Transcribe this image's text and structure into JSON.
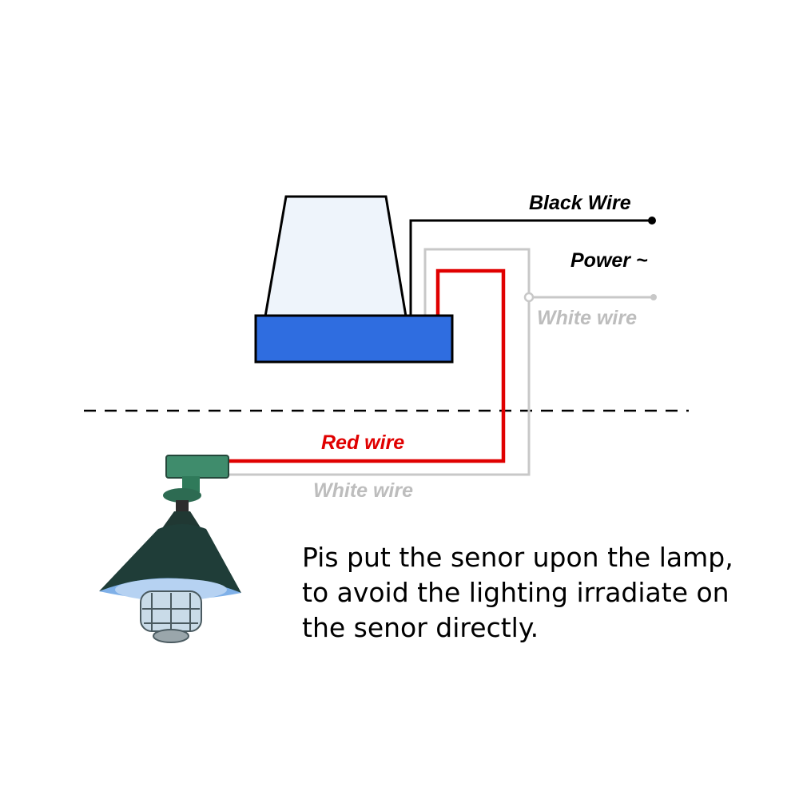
{
  "labels": {
    "black_wire": "Black Wire",
    "power": "Power ~",
    "white_wire_top": "White wire",
    "red_wire": "Red wire",
    "white_wire_bottom": "White wire"
  },
  "note": {
    "lines": [
      "Pis put the senor upon the lamp,",
      "to avoid the lighting irradiate on",
      "the senor directly."
    ]
  },
  "colors": {
    "black_wire": "#000000",
    "red_wire": "#e00000",
    "white_wire": "#c8c8c8",
    "white_wire_label": "#bdbdbd",
    "sensor_dome": "#eef4fb",
    "sensor_base": "#2f6de0",
    "lamp_shade": "#1f3d38",
    "lamp_socket": "#3f8c6c"
  },
  "icons": {
    "sensor": "photocell-sensor-icon",
    "lamp": "pendant-lamp-icon"
  }
}
